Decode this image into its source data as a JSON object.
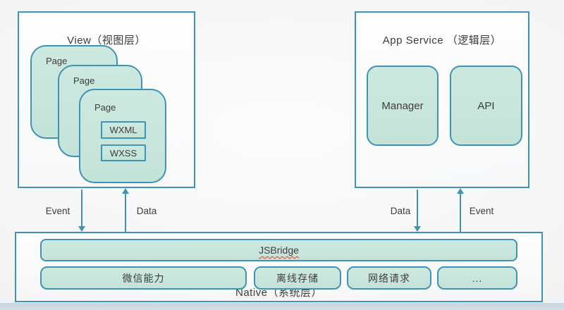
{
  "view_layer": {
    "title": "View（视图层）",
    "pages": [
      {
        "label": "Page"
      },
      {
        "label": "Page"
      },
      {
        "label": "Page"
      }
    ],
    "front_page_children": [
      {
        "label": "WXML"
      },
      {
        "label": "WXSS"
      }
    ]
  },
  "app_service_layer": {
    "title": "App Service （逻辑层）",
    "modules": [
      {
        "label": "Manager"
      },
      {
        "label": "API"
      }
    ]
  },
  "native_layer": {
    "title": "Native（系统层）",
    "bridge_label": "JSBridge",
    "capabilities": [
      "微信能力",
      "离线存储",
      "网络请求",
      "..."
    ]
  },
  "arrows": {
    "left_event": {
      "label": "Event",
      "direction": "down"
    },
    "left_data": {
      "label": "Data",
      "direction": "up"
    },
    "right_data": {
      "label": "Data",
      "direction": "down"
    },
    "right_event": {
      "label": "Event",
      "direction": "up"
    }
  },
  "colors": {
    "border_blue": "#3f93b5",
    "fill_green": "#c9e6dc",
    "underline_red": "#cf4436",
    "bottom_strip": "#ccd9e1",
    "text": "#3c3c3c"
  }
}
